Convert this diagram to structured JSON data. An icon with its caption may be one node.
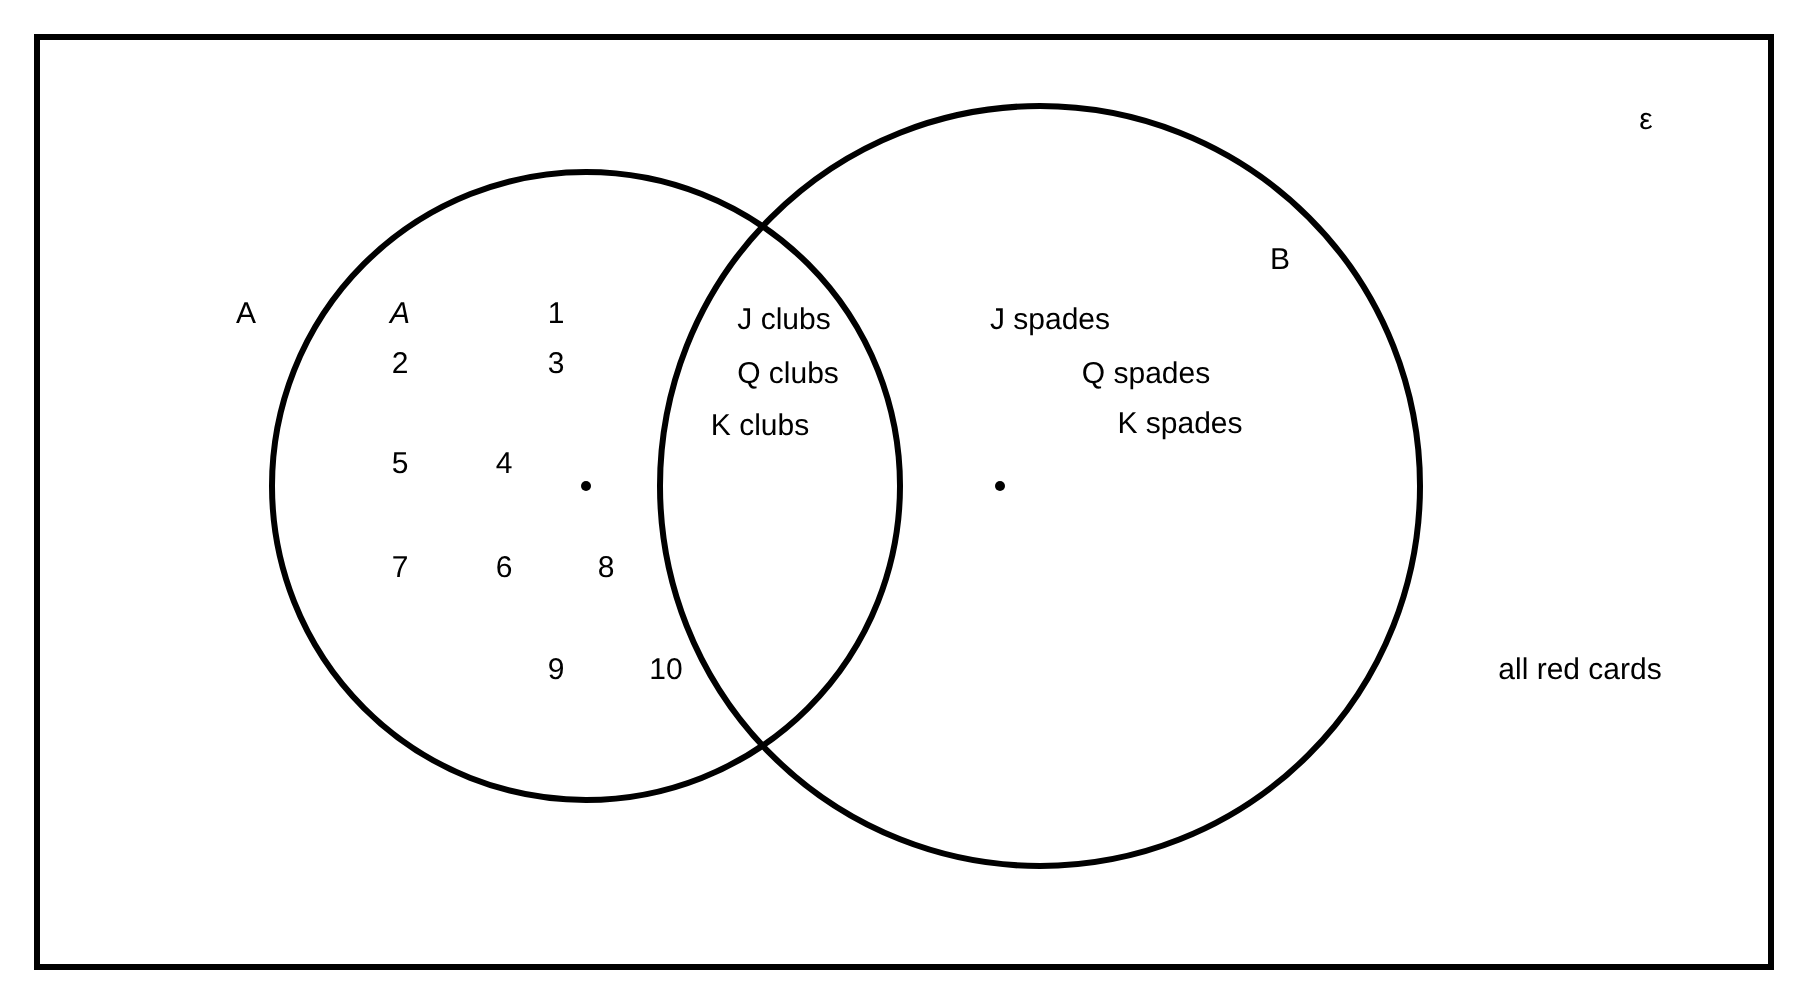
{
  "diagram": {
    "nodes": [
      {
        "text": [
          "ε"
        ]
      },
      {
        "text": [
          "A"
        ],
        "in": 0
      },
      {
        "text": [
          "B"
        ],
        "in": 0
      }
    ],
    "labels": [
      "A",
      "1",
      "J clubs",
      "J spades",
      "Q clubs",
      "Q spades",
      "2",
      "3",
      "K clubs",
      "K spades",
      "5",
      "4",
      "7",
      "6",
      "8",
      "9",
      "10",
      "all red cards"
    ]
  }
}
